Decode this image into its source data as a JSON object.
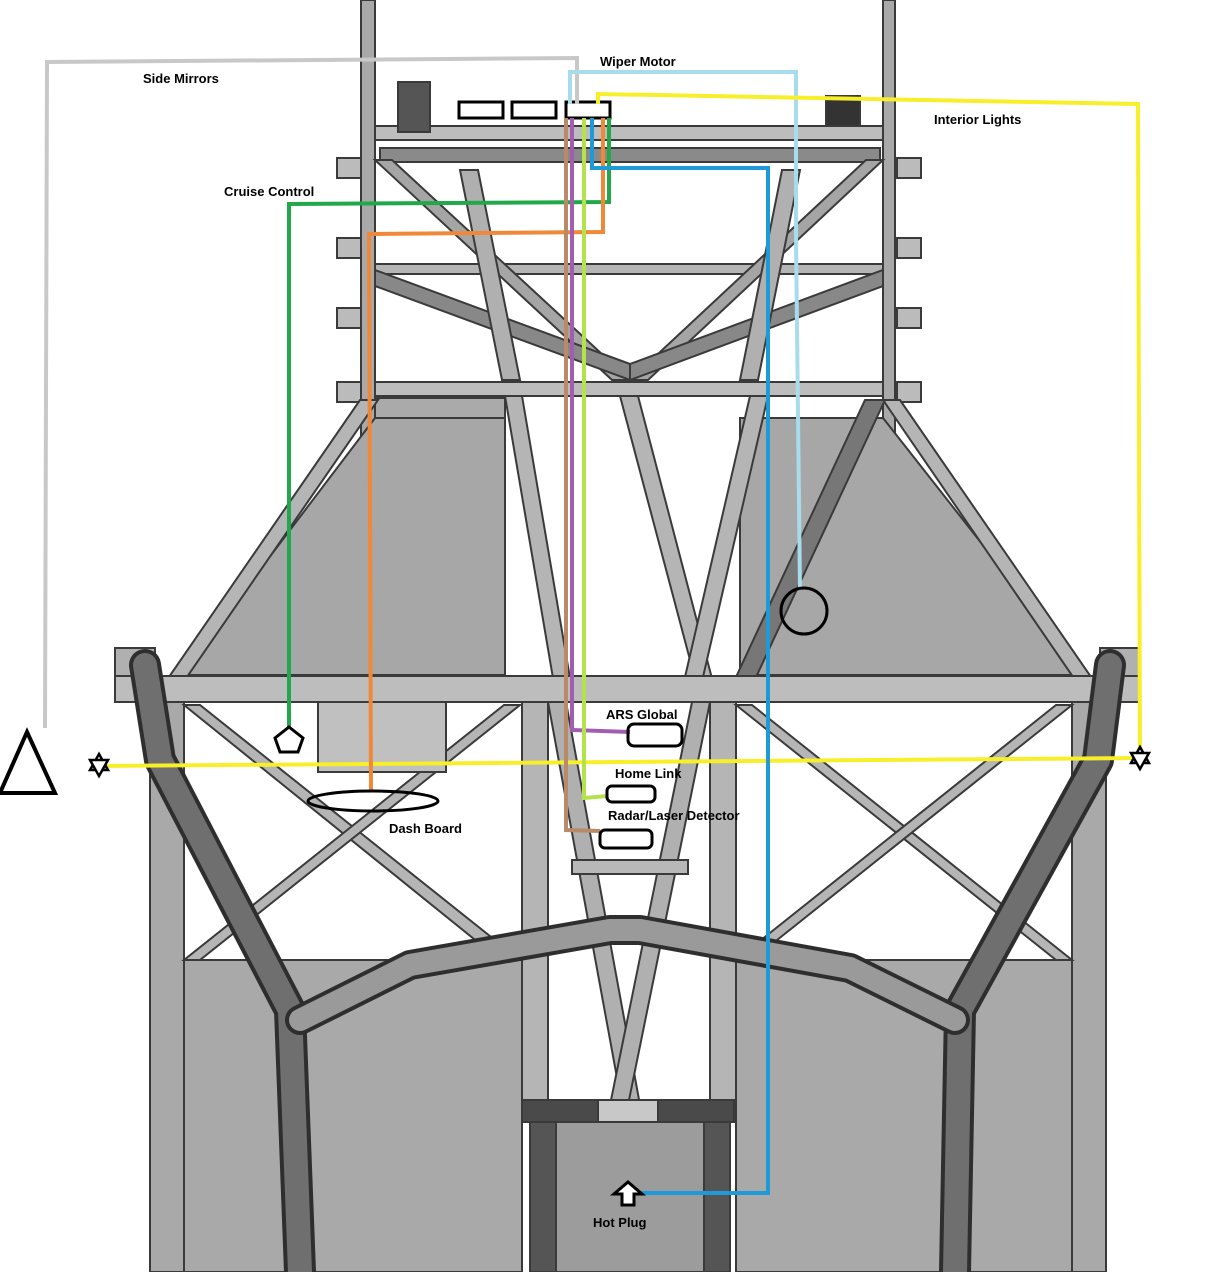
{
  "labels": {
    "side_mirrors": "Side Mirrors",
    "wiper_motor": "Wiper Motor",
    "interior_lights": "Interior Lights",
    "cruise_control": "Cruise Control",
    "ars_global": "ARS Global",
    "home_link": "Home Link",
    "radar_laser_detector": "Radar/Laser Detector",
    "dash_board": "Dash Board",
    "hot_plug": "Hot Plug"
  },
  "wire_colors": {
    "side_mirrors": "#c8c8c8",
    "wiper_motor": "#a8dcec",
    "interior_lights": "#f7ef2a",
    "cruise_control": "#22a84a",
    "dash_board": "#f0883a",
    "ars_global": "#a35db0",
    "home_link": "#b5e24a",
    "radar_laser_detector": "#b88a68",
    "hot_plug": "#1e9ad8"
  },
  "icons": [
    "triangle-icon",
    "pentagon-icon",
    "star-icon",
    "up-arrow-icon",
    "oval-icon",
    "circle-icon"
  ]
}
